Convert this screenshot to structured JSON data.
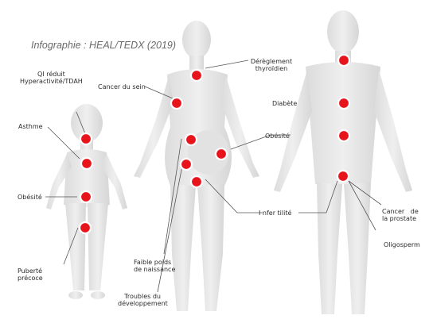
{
  "credit": "Infographie : HEAL/TEDX (2019)",
  "colors": {
    "marker_fill": "#e8141c",
    "marker_ring": "#ffffff",
    "leader_line": "#555555",
    "figure_fill": "#e8e8e8",
    "figure_shade": "#d2d2d2",
    "text": "#2b2b2b"
  },
  "labels": {
    "child_iq": [
      "QI réduit",
      "Hyperactivité/TDAH"
    ],
    "child_asthma": [
      "Asthme"
    ],
    "child_obesity": [
      "Obésité"
    ],
    "child_puberty": [
      "Puberté",
      "précoce"
    ],
    "woman_breast_cancer": [
      "Cancer du sein"
    ],
    "birth_weight": [
      "Faible poids",
      "de naissance"
    ],
    "dev_disorders": [
      "Troubles du",
      "développement"
    ],
    "thyroid": [
      "Dérèglement",
      "thyroïdien"
    ],
    "diabetes": [
      "Diabète"
    ],
    "obesity": [
      "Obésité"
    ],
    "infertility": [
      "I nfer tilité"
    ],
    "prostate_cancer": [
      "Cancer   de",
      "la prostate"
    ],
    "oligosperm": [
      "Oligosperm"
    ]
  },
  "markers": [
    "child-brain",
    "child-lungs",
    "child-abdomen",
    "child-pelvis",
    "woman-thyroid",
    "woman-breast",
    "woman-womb-upper",
    "woman-womb-lower",
    "woman-fetus",
    "woman-ovaries",
    "man-thyroid",
    "man-pancreas",
    "man-abdomen",
    "man-prostate"
  ]
}
